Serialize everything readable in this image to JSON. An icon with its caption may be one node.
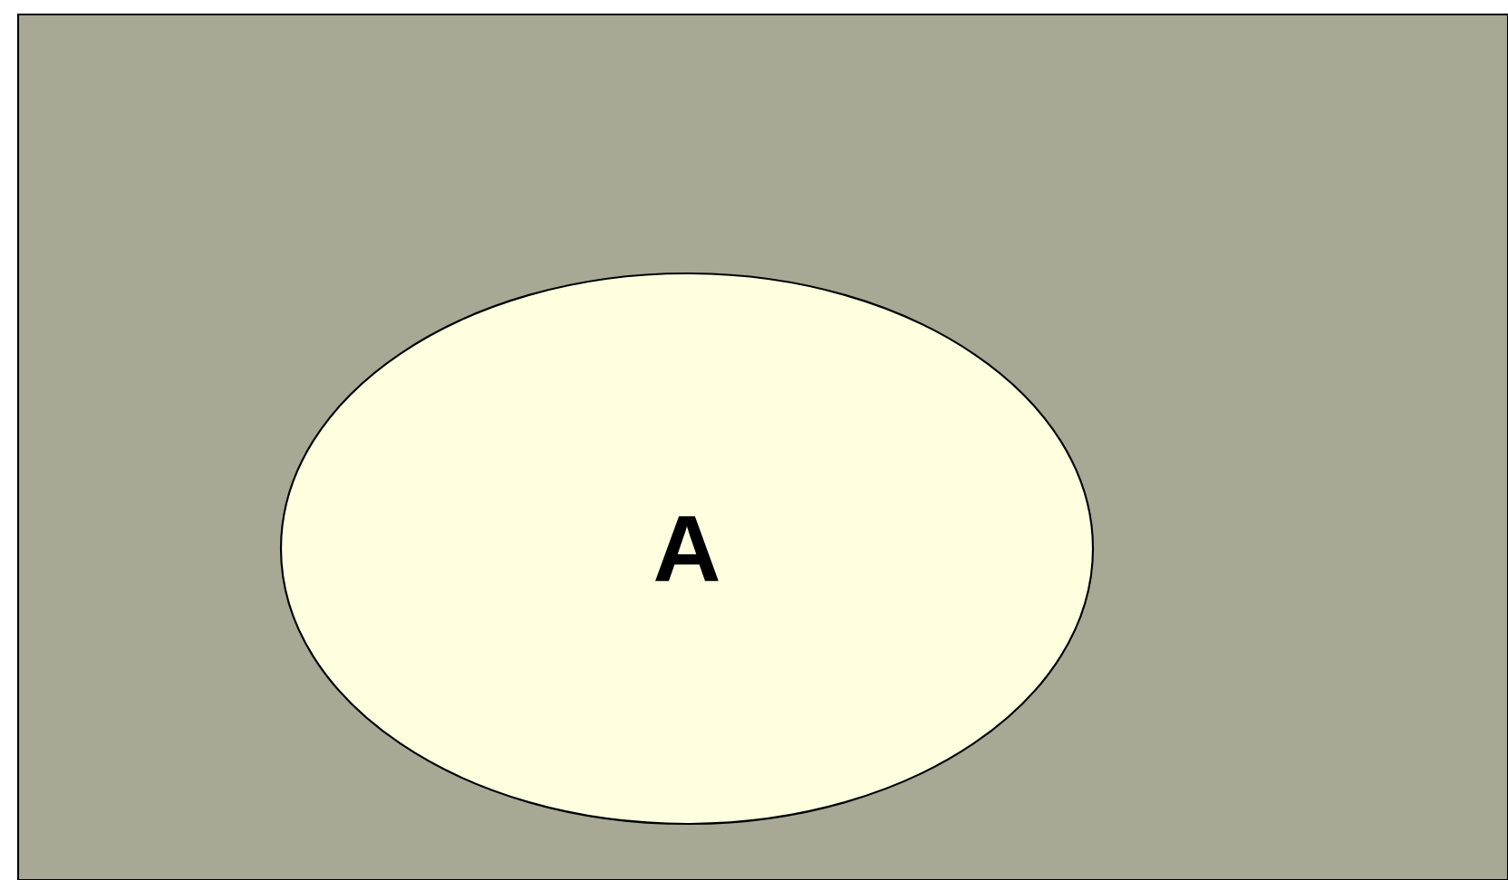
{
  "diagram": {
    "nodes": [
      {
        "text": [],
        "shape": "box"
      },
      {
        "text": [
          "A"
        ],
        "in": 0
      }
    ]
  }
}
